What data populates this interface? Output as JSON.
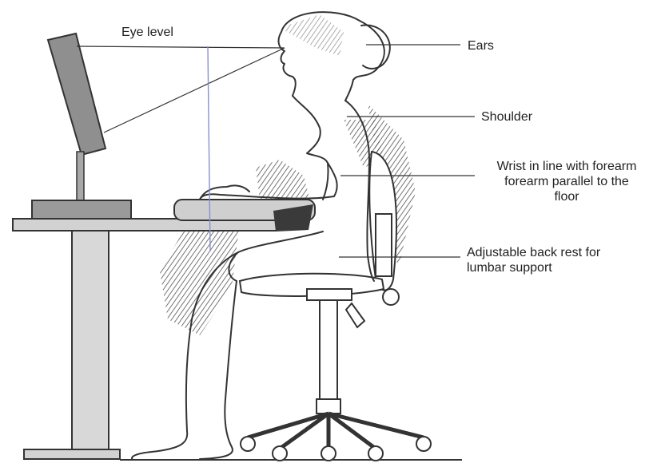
{
  "title": "",
  "labels": {
    "eye_level": "Eye level",
    "ears": "Ears",
    "shoulder": "Shoulder",
    "wrist": [
      "Wrist in line with forearm",
      "forearm parallel to the",
      "floor"
    ],
    "back_rest": [
      "Adjustable back rest for",
      "lumbar support"
    ]
  },
  "colors": {
    "line": "#333333",
    "monitor": "#8f8f8f",
    "desk": "#d2d2d2",
    "shading": "#3a3a3a",
    "guide": "#8a8fd0"
  }
}
